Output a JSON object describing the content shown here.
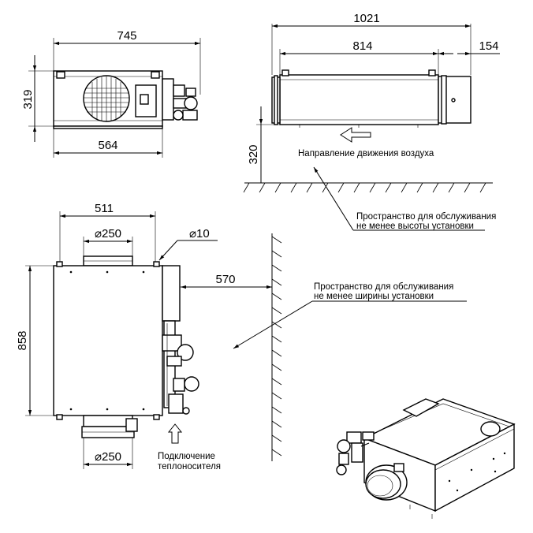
{
  "dims": {
    "front_width": "745",
    "front_height": "319",
    "front_base": "564",
    "side_total": "1021",
    "side_body": "814",
    "side_outlet": "154",
    "mount_height": "320",
    "top_width": "511",
    "duct_diameter_top": "250",
    "bolt_diameter": "10",
    "service_clearance": "570",
    "top_length": "858",
    "duct_diameter_bottom": "250"
  },
  "symbols": {
    "diameter": "⌀"
  },
  "labels": {
    "airflow_line1": "Направление движения воздуха",
    "service_height_line1": "Пространство для обслуживания",
    "service_height_line2": "не менее высоты установки",
    "service_width_line1": "Пространство для обслуживания",
    "service_width_line2": "не менее ширины установки",
    "coolant_line1": "Подключение",
    "coolant_line2": "теплоносителя"
  }
}
